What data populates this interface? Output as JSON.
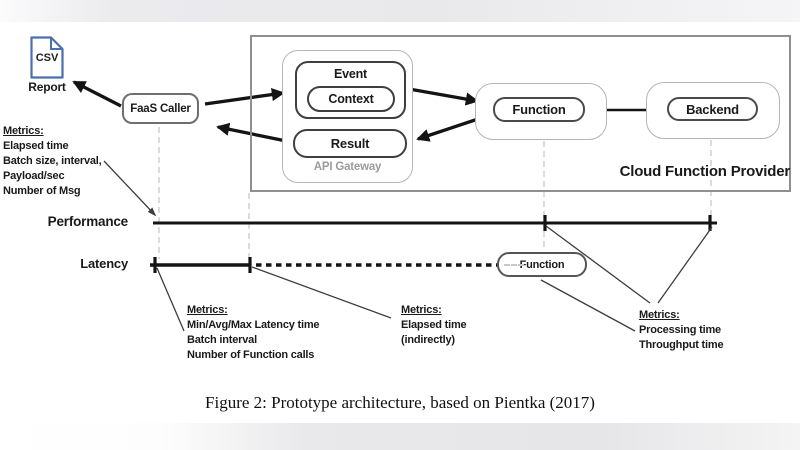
{
  "diagram": {
    "csv_label": "CSV",
    "report_label": "Report",
    "faas_caller": "FaaS Caller",
    "event": "Event",
    "context": "Context",
    "result": "Result",
    "api_gateway": "API Gateway",
    "function": "Function",
    "backend": "Backend",
    "provider": "Cloud Function Provider",
    "latency_function": "Function"
  },
  "timelines": {
    "performance": "Performance",
    "latency": "Latency"
  },
  "metrics": {
    "caller": {
      "heading": "Metrics:",
      "items": [
        "Elapsed time",
        "Batch size, interval,",
        "Payload/sec",
        "Number of Msg"
      ]
    },
    "latency": {
      "heading": "Metrics:",
      "items": [
        "Min/Avg/Max Latency time",
        "Batch interval",
        "Number of Function calls"
      ]
    },
    "performance": {
      "heading": "Metrics:",
      "items": [
        "Elapsed time",
        "(indirectly)"
      ]
    },
    "provider": {
      "heading": "Metrics:",
      "items": [
        "Processing time",
        "Throughput time"
      ]
    }
  },
  "caption": "Figure 2: Prototype architecture, based on Pientka (2017)",
  "colors": {
    "csv_icon_blue": "#4a6fad",
    "arrow_black": "#141414",
    "container_gray": "#b5b5b5",
    "dashed_guide_gray": "#cccccc",
    "api_gateway_text_gray": "#9b9b9b"
  }
}
